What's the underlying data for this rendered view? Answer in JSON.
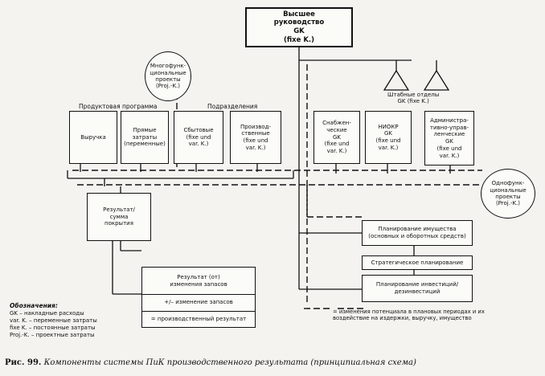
{
  "top_management": "Высшее\nруководство\nGK\n(fixe K.)",
  "multi_projects": "Многофунк-\nциональные\nпроекты\n(Proj.-K.)",
  "single_projects": "Однофунк-\nциональные\nпроекты\n(Proj.-K.)",
  "staff_depts": "Штабные отделы\nGK (fixe K.)",
  "product_program_label": "Продуктовая программа",
  "subdivisions_label": "Подразделения",
  "revenue": "Выручка",
  "direct_costs": "Прямые\nзатраты\n(переменные)",
  "sales": "Сбытовые\n(fixe und\nvar. K.)",
  "production": "Производ-\nственные\n(fixe und\nvar. K.)",
  "supply": "Снабжен-\nческие\nGK\n(fixe und\nvar. K.)",
  "rnd": "НИОКР\nGK\n(fixe und\nvar. K.)",
  "admin": "Администра-\nтивно-управ-\nленческие\nGK\n(fixe und\nvar. K.)",
  "contribution": "Результат/\nсумма\nпокрытия",
  "inventory_result_title": "Результат (от)\nизменения запасов",
  "inventory_change": "+/– изменение запасов",
  "production_result": "= производственный результат",
  "asset_planning": "Планирование имущества\n(основных и оборотных средств)",
  "strategic_planning": "Стратегическое планирование",
  "investment_planning": "Планирование инвестиций/\nдезинвестиций",
  "dashed_note": "= изменения потенциала в плановых периодах и их\nвоздействие на издержки, выручку, имущество",
  "legend": {
    "header": "Обозначения:",
    "items": [
      "GK – накладные расходы",
      "var. K. – переменные затраты",
      "fixe K. – постоянные затраты",
      "Proj.-K. – проектные затраты"
    ]
  },
  "caption_num": "Рис. 99.",
  "caption_text": "Компоненты системы ПиК производственного результата (принципиальная схема)"
}
